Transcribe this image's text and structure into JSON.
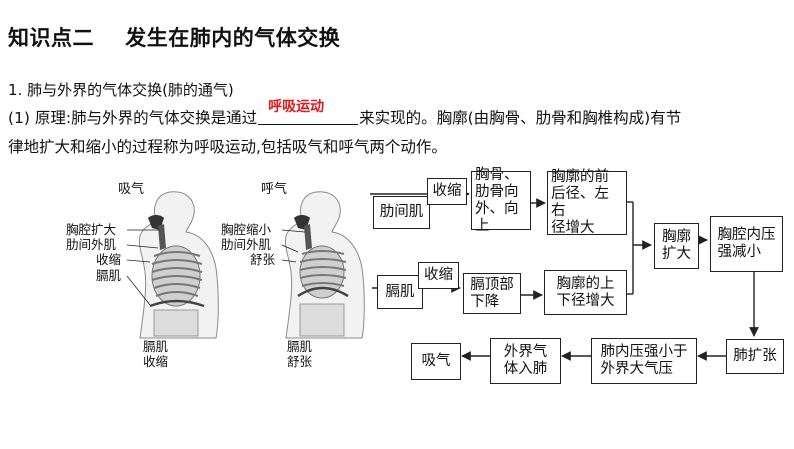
{
  "heading": {
    "label": "知识点二",
    "title": "发生在肺内的气体交换"
  },
  "section": {
    "title": "1. 肺与外界的气体交换(肺的通气)"
  },
  "principle": {
    "before_blank": "(1) 原理:肺与外界的气体交换是通过",
    "answer": "呼吸运动",
    "after_blank": "来实现的。胸廓(由胸骨、肋骨和胸椎构成)有节",
    "line2": "律地扩大和缩小的过程称为呼吸运动,包括吸气和呼气两个动作。"
  },
  "figures": {
    "inhale": {
      "title": "吸气",
      "labels": [
        "胸腔扩大",
        "肋间外肌",
        "收缩",
        "膈肌"
      ],
      "bottom": [
        "膈肌",
        "收缩"
      ]
    },
    "exhale": {
      "title": "呼气",
      "labels": [
        "胸腔缩小",
        "肋间外肌",
        "舒张"
      ],
      "bottom": [
        "膈肌",
        "舒张"
      ]
    }
  },
  "flow": {
    "intercostal": "肋间肌",
    "contract1": "收缩",
    "ribs_move": [
      "胸骨、",
      "肋骨向",
      "外、向上"
    ],
    "ant_post": [
      "胸廓的前",
      "后径、左右",
      "径增大"
    ],
    "diaphragm": "膈肌",
    "contract2": "收缩",
    "dome_down": [
      "膈顶部",
      "下降"
    ],
    "vertical": [
      "胸廓的上",
      "下径增大"
    ],
    "thorax_expand": [
      "胸廓",
      "扩大"
    ],
    "pressure_down": [
      "胸腔内压",
      "强减小"
    ],
    "lung_expand": "肺扩张",
    "lung_pressure": [
      "肺内压强小于",
      "外界大气压"
    ],
    "air_in": [
      "外界气",
      "体入肺"
    ],
    "inhale": "吸气"
  },
  "colors": {
    "answer": "#e0191f",
    "line": "#222222"
  }
}
